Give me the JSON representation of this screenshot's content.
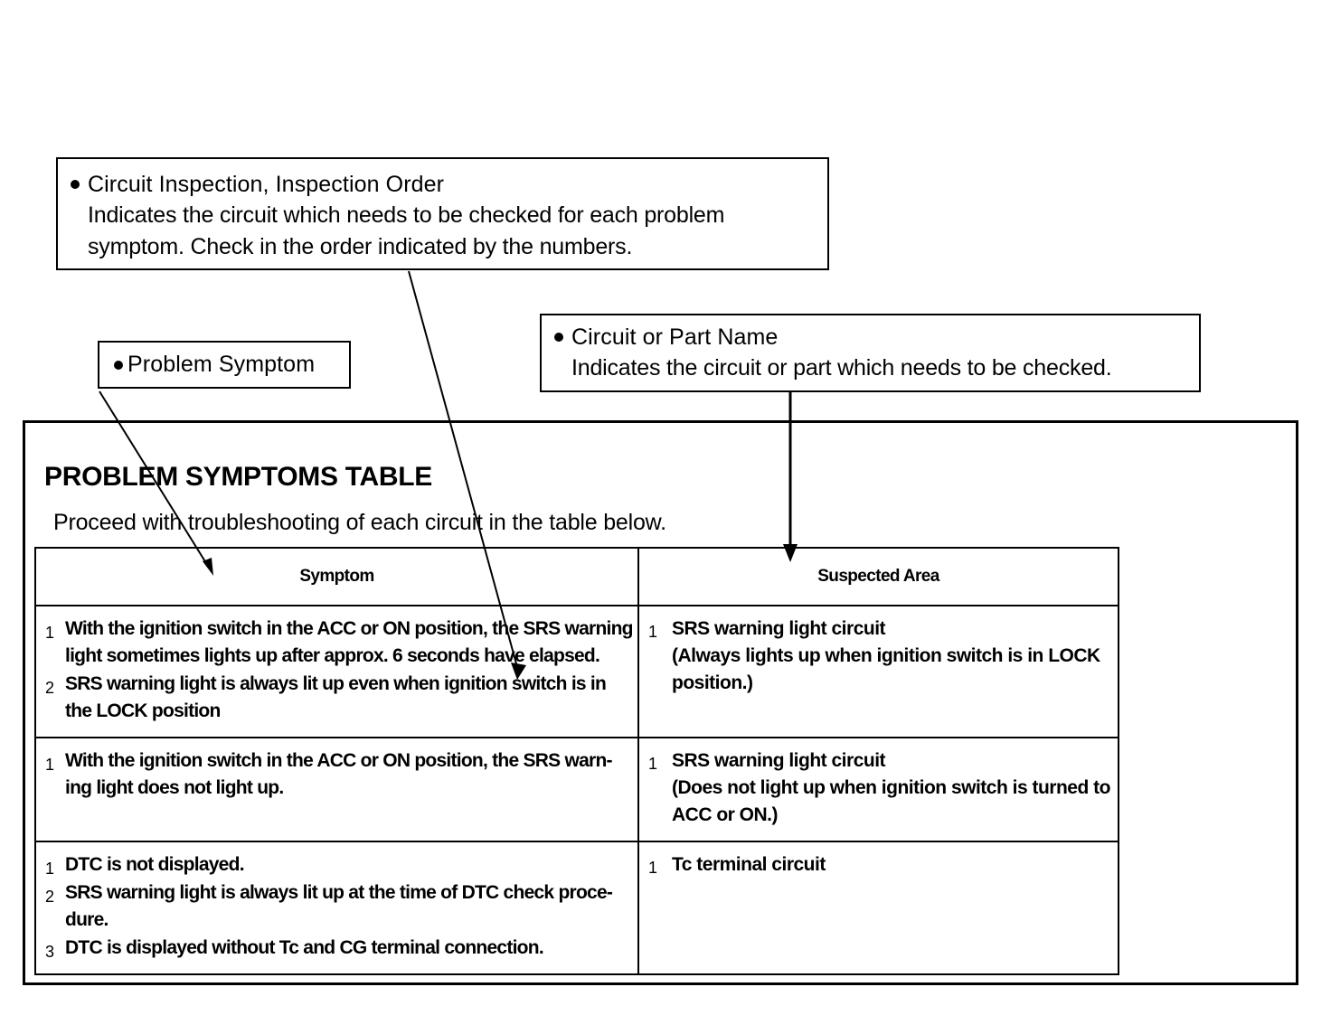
{
  "callouts": [
    {
      "id": "circuit-inspection",
      "bullet": "•",
      "headline": "Circuit Inspection, Inspection Order",
      "lines": [
        "Indicates the circuit which needs to be checked for each problem",
        "symptom. Check in the order indicated by the numbers."
      ]
    },
    {
      "id": "problem-symptom",
      "bullet": "•",
      "headline": "Problem Symptom",
      "lines": []
    },
    {
      "id": "circuit-part-name",
      "bullet": "•",
      "headline": "Circuit or Part Name",
      "lines": [
        "Indicates the circuit or part which needs to be checked."
      ]
    }
  ],
  "section": {
    "title": "PROBLEM SYMPTOMS TABLE",
    "intro": "Proceed with troubleshooting of each circuit in the table below."
  },
  "table": {
    "headers": [
      "Symptom",
      "Suspected Area"
    ],
    "rows": [
      {
        "symptom_items": [
          {
            "num": "1",
            "lines": [
              "With the ignition switch in the ACC or ON position, the SRS warning",
              "light sometimes lights up after approx. 6 seconds have elapsed."
            ]
          },
          {
            "num": "2",
            "lines": [
              "SRS warning light is always lit up even when ignition switch is in",
              "the LOCK position"
            ]
          }
        ],
        "area_items": [
          {
            "num": "1",
            "lines": [
              "SRS warning light circuit",
              "(Always lights up when ignition switch is in LOCK",
              "position.)"
            ]
          }
        ]
      },
      {
        "symptom_items": [
          {
            "num": "1",
            "lines": [
              "With the ignition switch in the ACC or ON position, the SRS warn-",
              "ing light does not light up."
            ]
          }
        ],
        "area_items": [
          {
            "num": "1",
            "lines": [
              "SRS warning light circuit",
              "(Does not light up when ignition switch is turned to",
              "ACC or ON.)"
            ]
          }
        ]
      },
      {
        "symptom_items": [
          {
            "num": "1",
            "lines": [
              "DTC is not displayed."
            ]
          },
          {
            "num": "2",
            "lines": [
              "SRS warning light is always lit up at the time of DTC check proce-",
              "dure."
            ]
          },
          {
            "num": "3",
            "lines": [
              "DTC is displayed without Tc and CG terminal connection."
            ]
          }
        ],
        "area_items": [
          {
            "num": "1",
            "lines": [
              "Tc terminal circuit"
            ]
          }
        ]
      }
    ]
  },
  "colors": {
    "ink": "#000000",
    "paper": "#ffffff"
  }
}
